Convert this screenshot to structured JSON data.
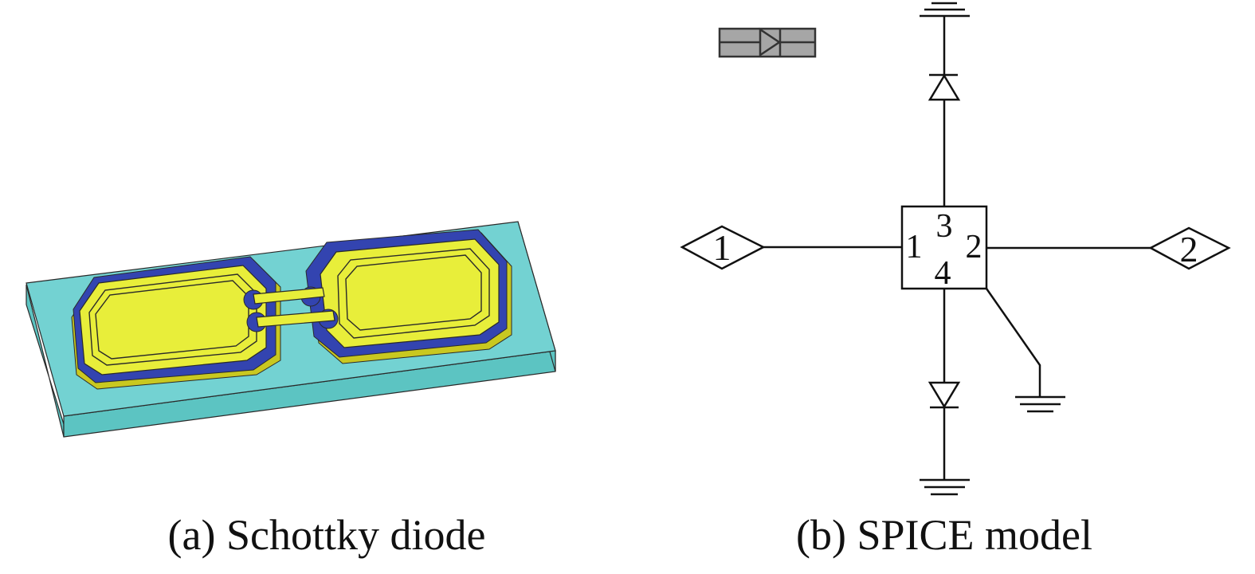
{
  "panels": {
    "a": {
      "caption": "(a) Schottky diode",
      "colors": {
        "substrate_top": "#73d2d2",
        "substrate_side": "#5cc4c2",
        "passivation": "#3344b0",
        "metal": "#e8ee3a",
        "metal_edge": "#c9c820",
        "outline": "#2a2a2a"
      }
    },
    "b": {
      "caption": "(b) SPICE model",
      "ports": {
        "left": "1",
        "right": "2"
      },
      "block_pins": {
        "p1": "1",
        "p2": "2",
        "p3": "3",
        "p4": "4"
      },
      "symbol_colors": {
        "fill": "#a6a6a6",
        "stroke": "#333333"
      }
    }
  }
}
